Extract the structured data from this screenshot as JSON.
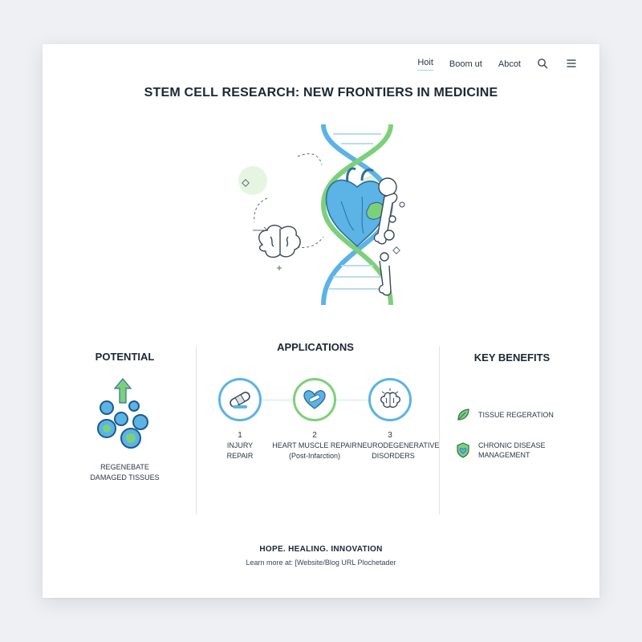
{
  "nav": {
    "home_label": "Hoit",
    "about_us_label": "Boom ut",
    "about_label": "Abcot",
    "search_icon": "search-icon",
    "menu_icon": "hamburger-menu-icon"
  },
  "page_title": "STEM CELL RESEARCH: NEW FRONTIERS IN MEDICINE",
  "hero": {
    "icons": [
      "dna-helix-icon",
      "heart-icon",
      "brain-icon",
      "bone-joint-icon"
    ]
  },
  "potential": {
    "title": "POTENTIAL",
    "text_line1": "REGENEBATE",
    "text_line2": "DAMAGED TISSUES",
    "icon": "cells-growth-icon"
  },
  "applications": {
    "title": "APPLICATIONS",
    "items": [
      {
        "number": "1",
        "line1": "INJURY",
        "line2": "REPAIR",
        "icon": "bandage-icon"
      },
      {
        "number": "2",
        "line1": "HEART MUSCLE REPAIR",
        "line2": "(Post-Infarction)",
        "icon": "heart-bandage-icon"
      },
      {
        "number": "3",
        "line1": "NEURODEGENERATIVE",
        "line2": "DISORDERS",
        "icon": "brain-icon"
      }
    ]
  },
  "benefits": {
    "title": "KEY BENEFITS",
    "items": [
      {
        "line1": "TISSUE REGERATION",
        "line2": "",
        "icon": "leaf-icon"
      },
      {
        "line1": "CHRONIC DISEASE",
        "line2": "MANAGEMENT",
        "icon": "shield-heart-icon"
      }
    ]
  },
  "footer": {
    "tagline": "HOPE. HEALING. INNOVATION",
    "learn_more": "Learn more at: [Website/Blog URL Plochetader"
  },
  "colors": {
    "blue": "#5bb3e6",
    "green": "#7dd07a",
    "dark": "#1c2736"
  }
}
